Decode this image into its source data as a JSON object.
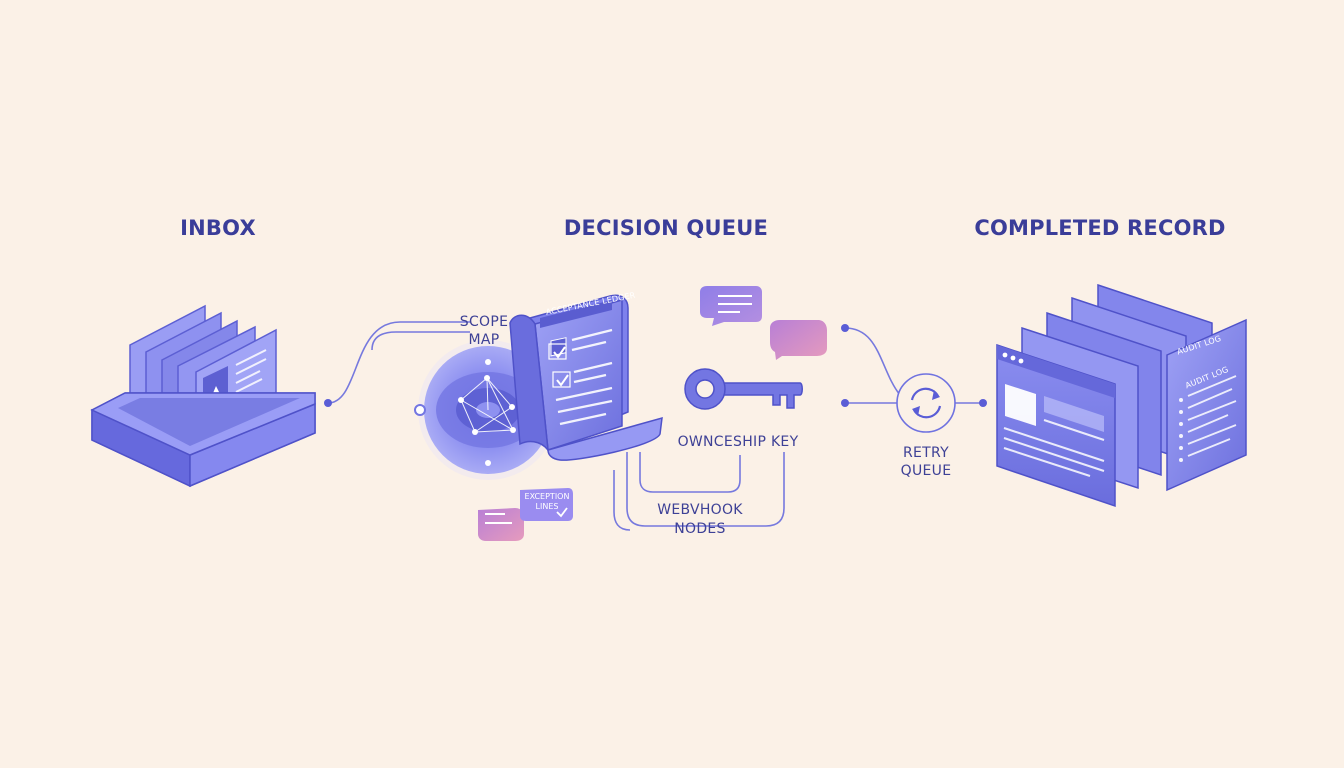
{
  "stages": {
    "inbox": "INBOX",
    "decision": "DECISION QUEUE",
    "completed": "COMPLETED RECORD"
  },
  "labels": {
    "scope_map_1": "SCOPE",
    "scope_map_2": "MAP",
    "acceptance": "ACCEPTANCE LEDGER",
    "ownership_key": "OWNCESHIP KEY",
    "webhook_1": "WEBVHOOK",
    "webhook_2": "NODES",
    "retry_1": "RETRY",
    "retry_2": "QUEUE",
    "exception_1": "EXCEPTION",
    "exception_2": "LINES",
    "audit_back": "AUDIT LOG",
    "audit_front": "AUDIT LOG"
  },
  "colors": {
    "background": "#fbf1e7",
    "primary": "#6f72e0",
    "dark": "#3a3d99",
    "pink": "#d98fbd"
  }
}
